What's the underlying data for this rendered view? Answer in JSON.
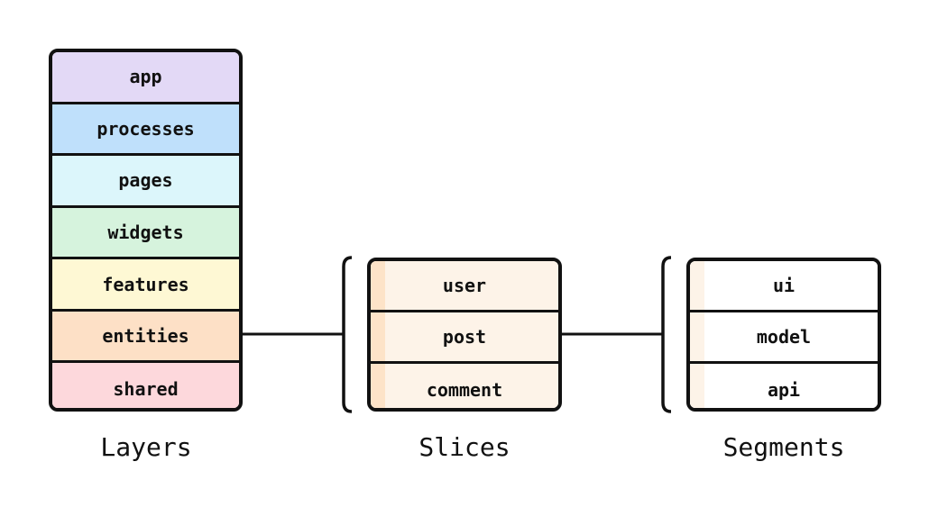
{
  "layers": {
    "title": "Layers",
    "items": [
      {
        "label": "app",
        "color": "#e3d9f6"
      },
      {
        "label": "processes",
        "color": "#bfe0fb"
      },
      {
        "label": "pages",
        "color": "#dcf6fb"
      },
      {
        "label": "widgets",
        "color": "#d6f3dd"
      },
      {
        "label": "features",
        "color": "#fef8d4"
      },
      {
        "label": "entities",
        "color": "#fde0c6"
      },
      {
        "label": "shared",
        "color": "#fdd8dc"
      }
    ]
  },
  "slices": {
    "title": "Slices",
    "items": [
      {
        "label": "user"
      },
      {
        "label": "post"
      },
      {
        "label": "comment"
      }
    ]
  },
  "segments": {
    "title": "Segments",
    "items": [
      {
        "label": "ui"
      },
      {
        "label": "model"
      },
      {
        "label": "api"
      }
    ]
  }
}
